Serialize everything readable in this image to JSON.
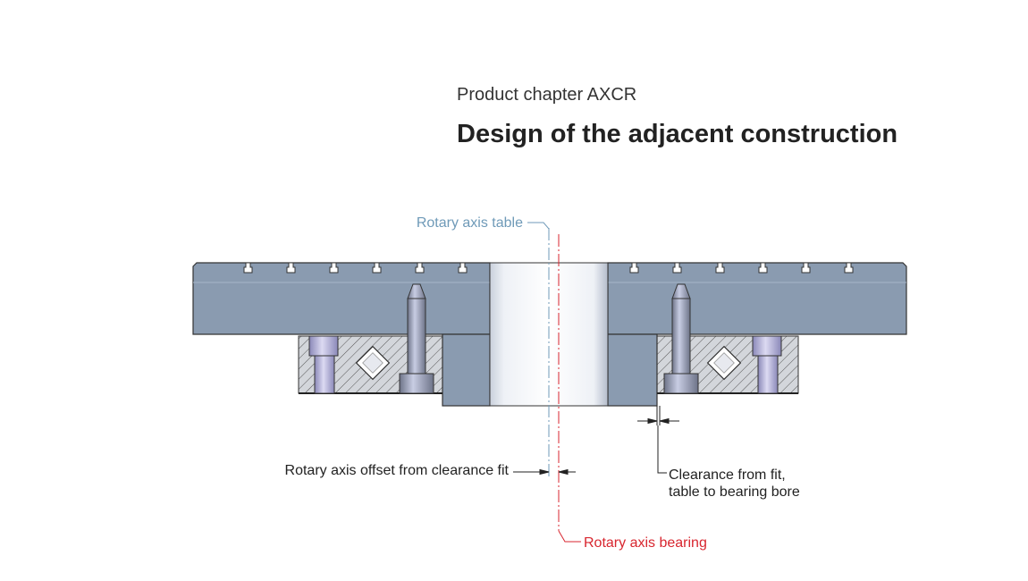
{
  "header": {
    "subtitle": "Product chapter AXCR",
    "title": "Design of the adjacent construction"
  },
  "labels": {
    "rotary_axis_table": "Rotary axis table",
    "rotary_axis_bearing": "Rotary axis bearing",
    "rotary_axis_offset": "Rotary axis offset from clearance fit",
    "clearance_line1": "Clearance from fit,",
    "clearance_line2": "table to bearing bore"
  },
  "colors": {
    "table_axis": "#6f9ab8",
    "bearing_axis": "#d8262f",
    "steel": "#8a9bb0",
    "text": "#222222"
  }
}
